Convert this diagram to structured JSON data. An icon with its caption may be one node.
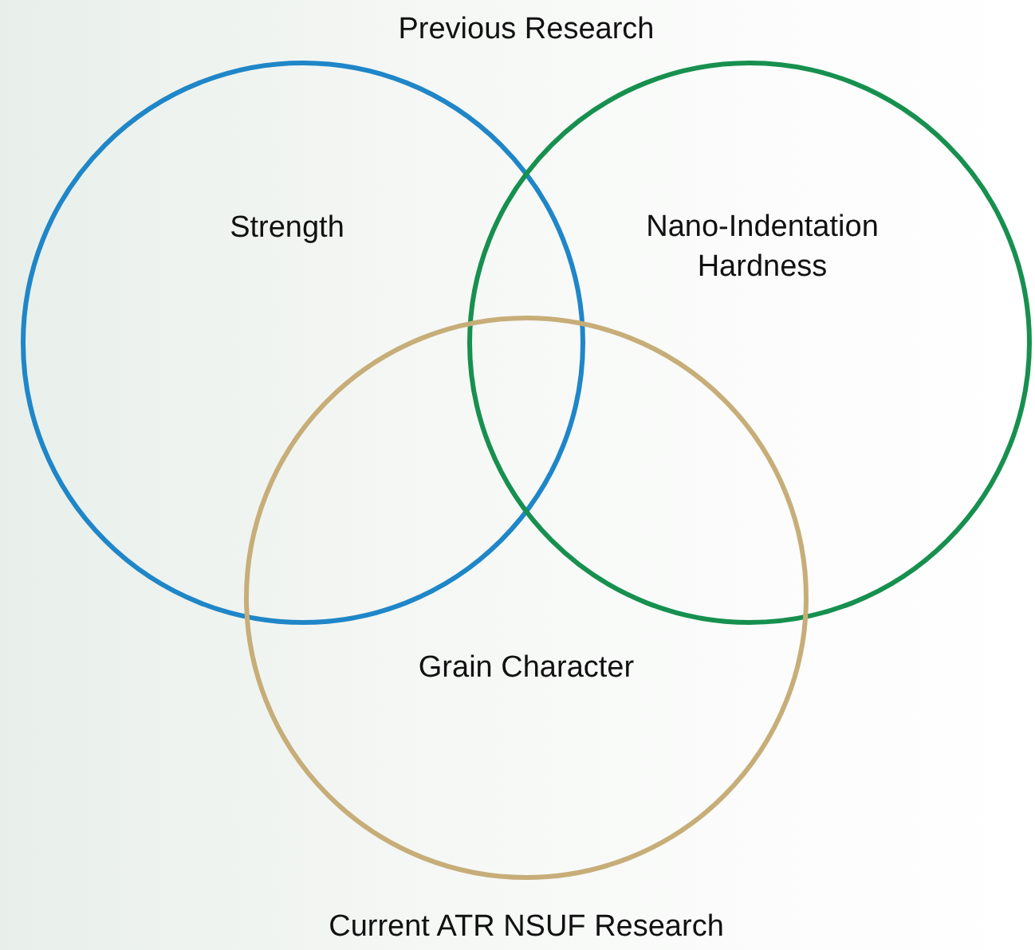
{
  "diagram": {
    "nodes": [
      {
        "text": [
          "Strength"
        ]
      },
      {
        "text": [
          "Nano-Indentation Hardness"
        ]
      },
      {
        "text": [
          "Grain Character"
        ]
      }
    ],
    "labels": [
      "Previous Research",
      "Current ATR NSUF Research"
    ]
  }
}
